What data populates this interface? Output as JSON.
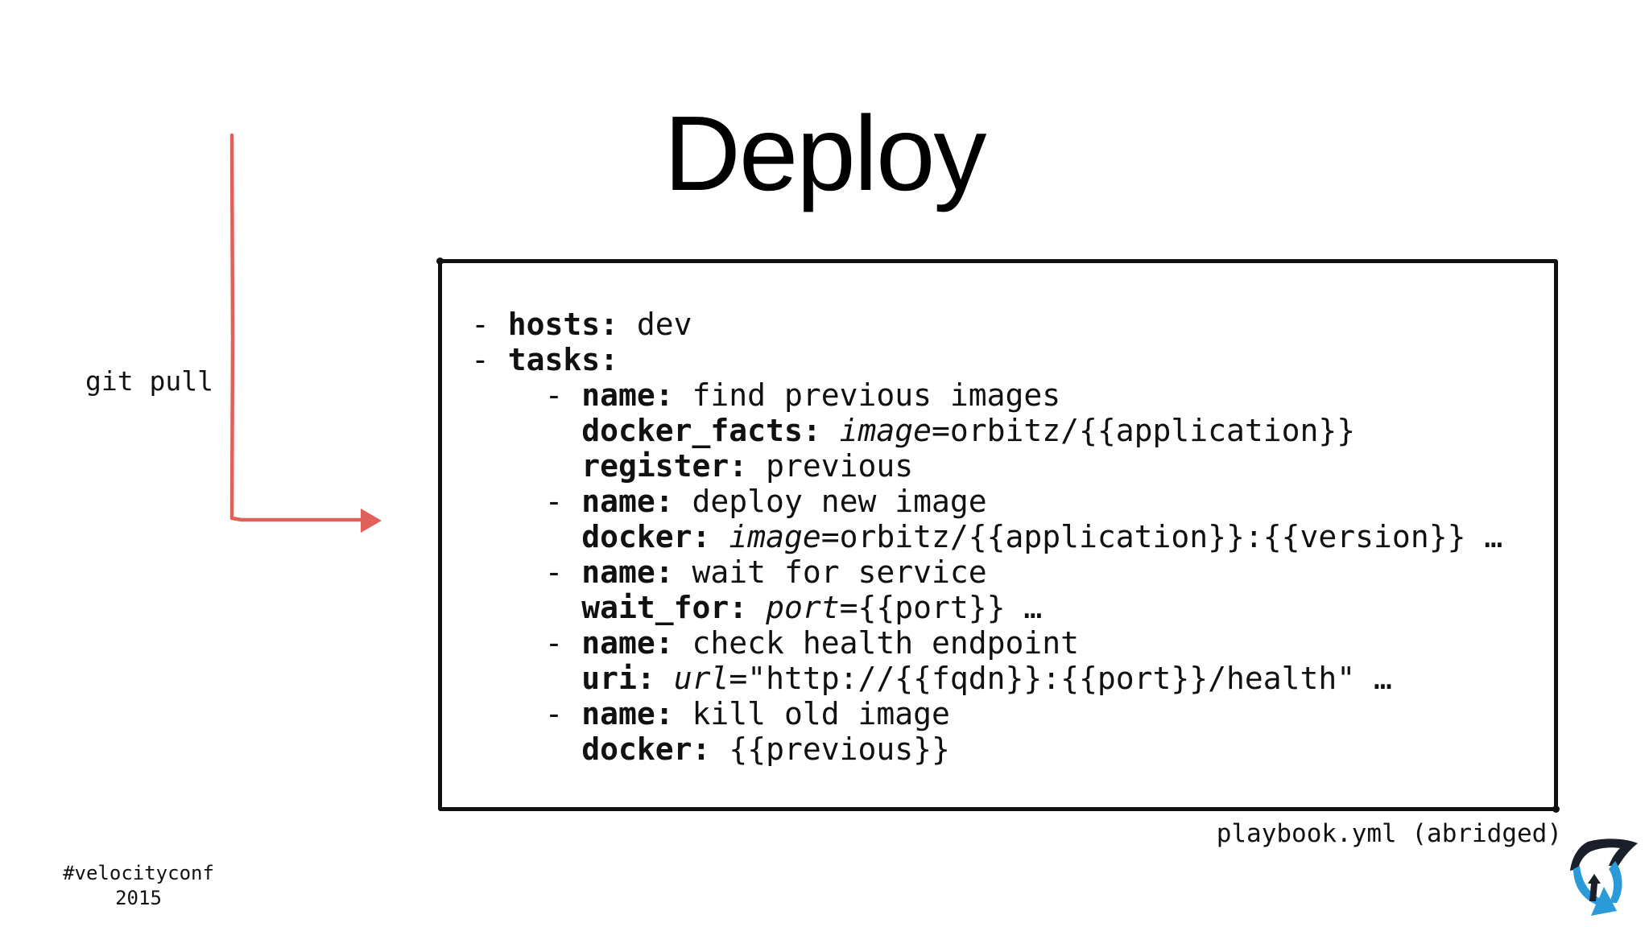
{
  "slide": {
    "title": "Deploy",
    "side_label": "git pull",
    "caption": "playbook.yml (abridged)",
    "footer": {
      "hashtag": "#velocityconf",
      "year": "2015"
    },
    "colors": {
      "arrow": "#e0605a",
      "logo_blue": "#2a9ad8",
      "logo_dark": "#1b1f2a",
      "text": "#111111"
    },
    "icons": {
      "flow_arrow": "right-angle-arrow-icon",
      "logo": "orbitz-logo-icon"
    }
  },
  "code": {
    "lines": [
      {
        "indent": "",
        "dash": "- ",
        "key": "hosts:",
        "pre": " dev",
        "param": "",
        "post": ""
      },
      {
        "indent": "",
        "dash": "- ",
        "key": "tasks:",
        "pre": "",
        "param": "",
        "post": ""
      },
      {
        "indent": "    ",
        "dash": "- ",
        "key": "name:",
        "pre": " find previous images",
        "param": "",
        "post": ""
      },
      {
        "indent": "      ",
        "dash": "",
        "key": "docker_facts:",
        "pre": " ",
        "param": "image",
        "post": "=orbitz/{{application}}"
      },
      {
        "indent": "      ",
        "dash": "",
        "key": "register:",
        "pre": " previous",
        "param": "",
        "post": ""
      },
      {
        "indent": "    ",
        "dash": "- ",
        "key": "name:",
        "pre": " deploy new image",
        "param": "",
        "post": ""
      },
      {
        "indent": "      ",
        "dash": "",
        "key": "docker:",
        "pre": " ",
        "param": "image",
        "post": "=orbitz/{{application}}:{{version}} …"
      },
      {
        "indent": "    ",
        "dash": "- ",
        "key": "name:",
        "pre": " wait for service",
        "param": "",
        "post": ""
      },
      {
        "indent": "      ",
        "dash": "",
        "key": "wait_for:",
        "pre": " ",
        "param": "port",
        "post": "={{port}} …"
      },
      {
        "indent": "    ",
        "dash": "- ",
        "key": "name:",
        "pre": " check health endpoint",
        "param": "",
        "post": ""
      },
      {
        "indent": "      ",
        "dash": "",
        "key": "uri:",
        "pre": " ",
        "param": "url",
        "post": "=\"http://{{fqdn}}:{{port}}/health\" …"
      },
      {
        "indent": "    ",
        "dash": "- ",
        "key": "name:",
        "pre": " kill old image",
        "param": "",
        "post": ""
      },
      {
        "indent": "      ",
        "dash": "",
        "key": "docker:",
        "pre": " {{previous}}",
        "param": "",
        "post": ""
      }
    ]
  }
}
